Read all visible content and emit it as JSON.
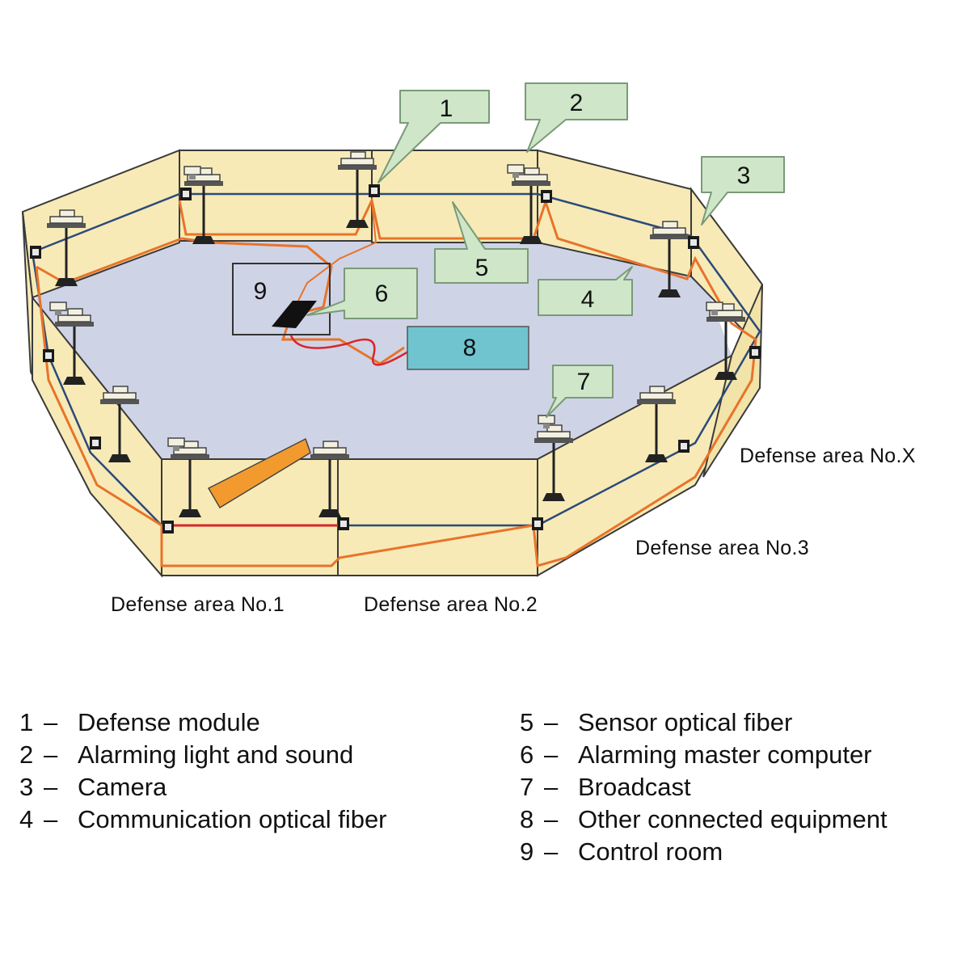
{
  "callouts": [
    "1",
    "2",
    "3",
    "4",
    "5",
    "6",
    "7",
    "8",
    "9"
  ],
  "area_labels": {
    "area1": "Defense area No.1",
    "area2": "Defense area No.2",
    "area3": "Defense area No.3",
    "areaX": "Defense area No.X"
  },
  "legend": {
    "dash": "–",
    "left": [
      {
        "num": "1",
        "label": "Defense module"
      },
      {
        "num": "2",
        "label": "Alarming light and sound"
      },
      {
        "num": "3",
        "label": "Camera"
      },
      {
        "num": "4",
        "label": "Communication optical fiber"
      }
    ],
    "right": [
      {
        "num": "5",
        "label": "Sensor optical fiber"
      },
      {
        "num": "6",
        "label": "Alarming master computer"
      },
      {
        "num": "7",
        "label": "Broadcast"
      },
      {
        "num": "8",
        "label": "Other connected equipment"
      },
      {
        "num": "9",
        "label": "Control room"
      }
    ]
  },
  "colors": {
    "fence": "#f7eab6",
    "fence_outline": "#3a3a3a",
    "ground": "#cfd3e6",
    "callout": "#cfe6c9",
    "equipment_box": "#6fc4cf",
    "sensor_fiber": "#2c4a7a",
    "comm_fiber": "#e8732a",
    "alarm_segment": "#d9262b",
    "camera_beam": "#f39a2e"
  }
}
